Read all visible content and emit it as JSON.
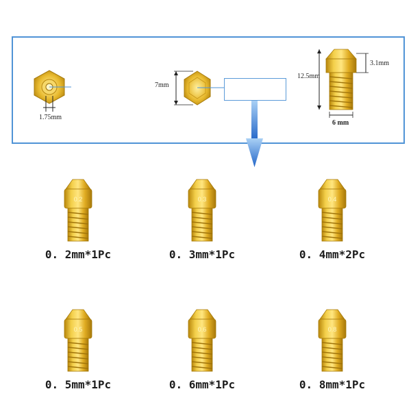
{
  "diagram": {
    "nozzle_top_dim": "1.75mm",
    "hex_width_dim": "7mm",
    "height_dim": "12.5mm",
    "tip_dim": "3.1mm",
    "thread_dim": "6 mm"
  },
  "products": [
    {
      "size_mark": "0.2",
      "caption": "0. 2mm*1Pc"
    },
    {
      "size_mark": "0.3",
      "caption": "0. 3mm*1Pc"
    },
    {
      "size_mark": "0.4",
      "caption": "0. 4mm*2Pc"
    },
    {
      "size_mark": "0.5",
      "caption": "0. 5mm*1Pc"
    },
    {
      "size_mark": "0.6",
      "caption": "0. 6mm*1Pc"
    },
    {
      "size_mark": "0.8",
      "caption": "0. 8mm*1Pc"
    }
  ],
  "colors": {
    "frame": "#4f93d6",
    "brass": "#e4b22a",
    "arrow": "#2f7fd8"
  }
}
